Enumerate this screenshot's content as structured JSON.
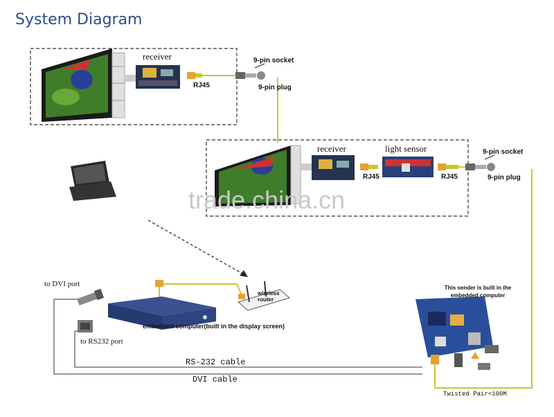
{
  "title": "System Diagram",
  "labels": {
    "receiver_top": "receiver",
    "rj45_top": "RJ45",
    "socket_top": "9-pin socket",
    "plug_top": "9-pin plug",
    "receiver_mid": "receiver",
    "light_sensor": "light sensor",
    "rj45_mid_left": "RJ45",
    "rj45_mid_right": "RJ45",
    "socket_mid": "9-pin socket",
    "plug_mid": "9-pin plug",
    "wireless_router": "wireless router",
    "to_dvi_port": "to DVI port",
    "embedded_computer": "embedded computer(built in the display screen)",
    "to_rs232_port": "to RS232 port",
    "sender_note": "This sender is built in the embedded computer",
    "rs232_cable": "RS-232 cable",
    "dvi_cable": "DVI cable",
    "twisted_pair": "Twisted Pair<100M"
  },
  "watermark": "trade.china.cn",
  "colors": {
    "title": "#2b4f8a",
    "cable_yellow": "#c8c82a",
    "cable_gray": "#666666",
    "panel_border": "#333333"
  }
}
